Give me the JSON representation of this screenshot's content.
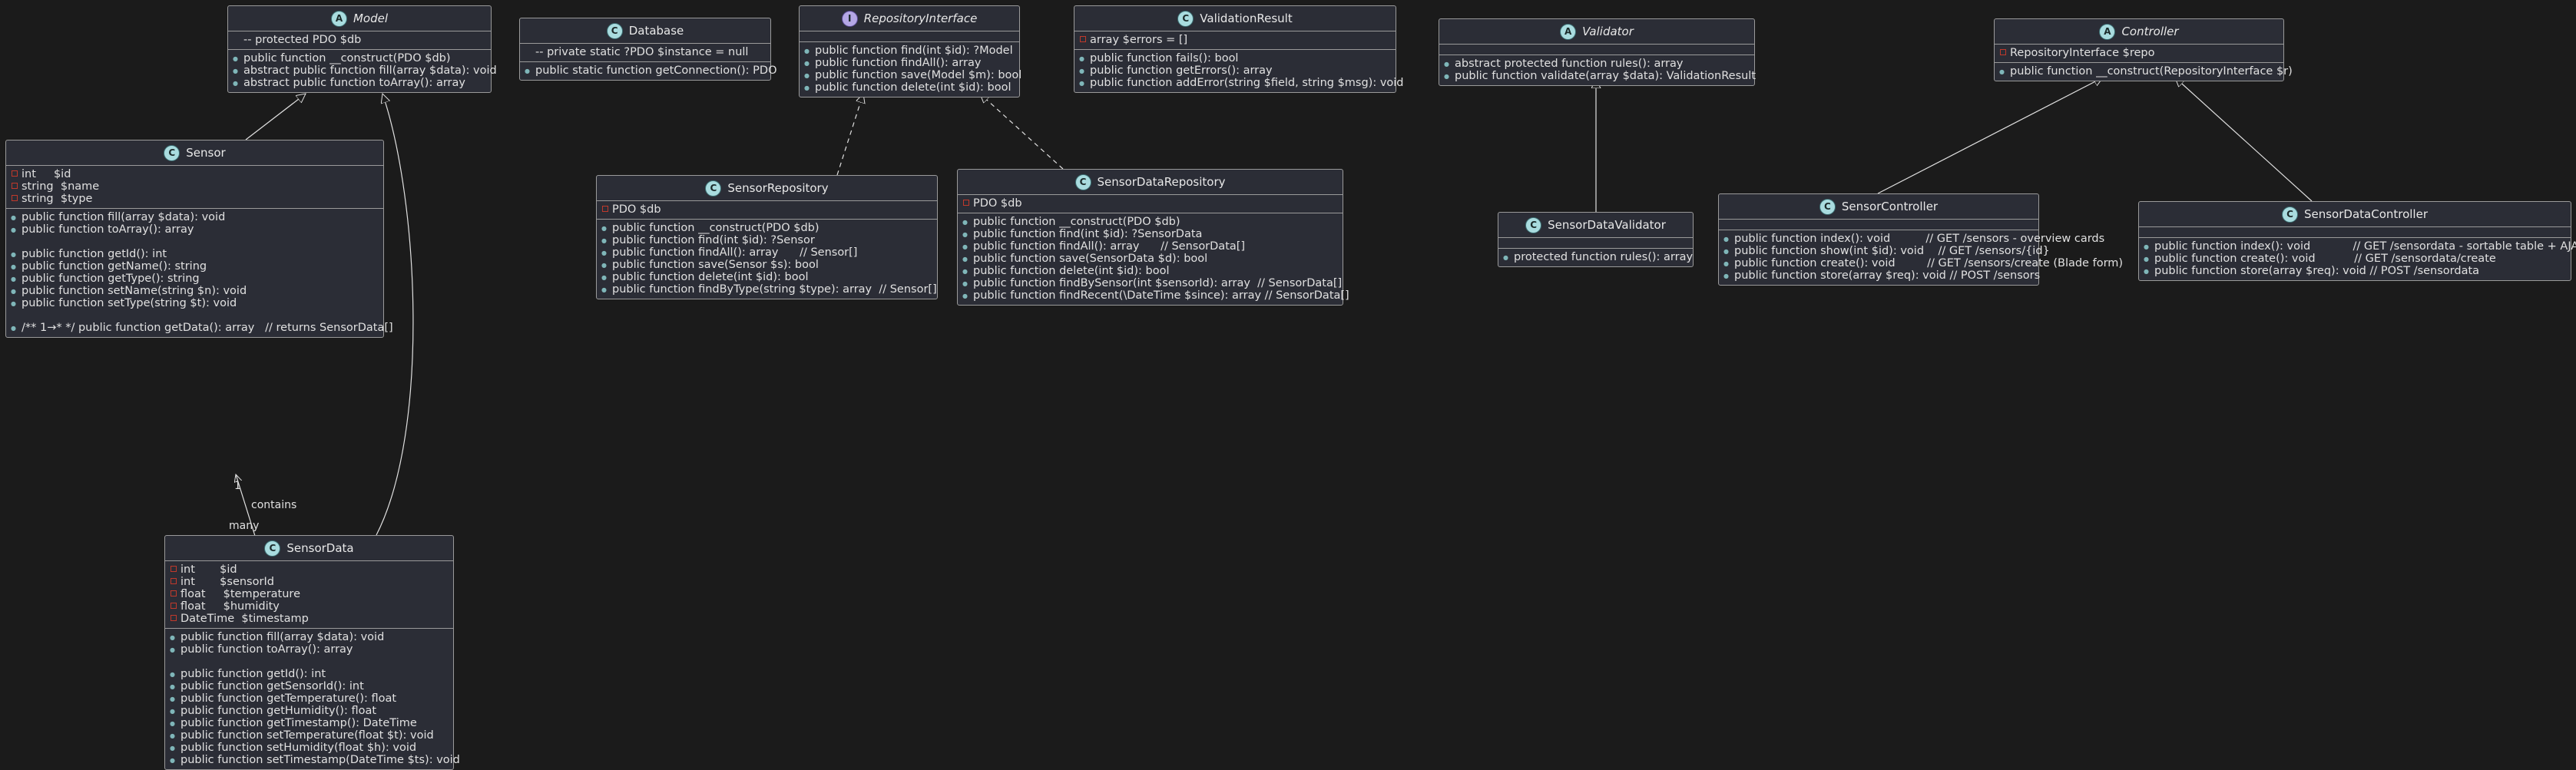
{
  "classes": [
    {
      "id": "model",
      "name": "Model",
      "kind": "A",
      "abstract": true,
      "fields": [
        {
          "v": "none",
          "t": "-- protected PDO $db"
        }
      ],
      "methods": [
        {
          "v": "pub",
          "t": "public function __construct(PDO $db)"
        },
        {
          "v": "pub",
          "t": "abstract public function fill(array $data): void"
        },
        {
          "v": "pub",
          "t": "abstract public function toArray(): array"
        }
      ]
    },
    {
      "id": "database",
      "name": "Database",
      "kind": "C",
      "abstract": false,
      "fields": [
        {
          "v": "none",
          "t": "-- private static ?PDO $instance = null"
        }
      ],
      "methods": [
        {
          "v": "pub",
          "t": "public static function getConnection(): PDO"
        }
      ]
    },
    {
      "id": "repoiface",
      "name": "RepositoryInterface",
      "kind": "I",
      "abstract": true,
      "fields": [],
      "methods": [
        {
          "v": "pub",
          "t": "public function find(int $id): ?Model"
        },
        {
          "v": "pub",
          "t": "public function findAll(): array"
        },
        {
          "v": "pub",
          "t": "public function save(Model $m): bool"
        },
        {
          "v": "pub",
          "t": "public function delete(int $id): bool"
        }
      ]
    },
    {
      "id": "validationresult",
      "name": "ValidationResult",
      "kind": "C",
      "abstract": false,
      "fields": [
        {
          "v": "pri",
          "t": "array $errors = []"
        }
      ],
      "methods": [
        {
          "v": "pub",
          "t": "public function fails(): bool"
        },
        {
          "v": "pub",
          "t": "public function getErrors(): array"
        },
        {
          "v": "pub",
          "t": "public function addError(string $field, string $msg): void"
        }
      ]
    },
    {
      "id": "validator",
      "name": "Validator",
      "kind": "A",
      "abstract": true,
      "fields": [],
      "methods": [
        {
          "v": "pub",
          "t": "abstract protected function rules(): array"
        },
        {
          "v": "pub",
          "t": "public function validate(array $data): ValidationResult"
        }
      ]
    },
    {
      "id": "controller",
      "name": "Controller",
      "kind": "A",
      "abstract": true,
      "fields": [
        {
          "v": "pri",
          "t": "RepositoryInterface $repo"
        }
      ],
      "methods": [
        {
          "v": "pub",
          "t": "public function __construct(RepositoryInterface $r)"
        }
      ]
    },
    {
      "id": "sensor",
      "name": "Sensor",
      "kind": "C",
      "abstract": false,
      "fields": [
        {
          "v": "pri",
          "t": "int     $id"
        },
        {
          "v": "pri",
          "t": "string  $name"
        },
        {
          "v": "pri",
          "t": "string  $type"
        }
      ],
      "methods": [
        {
          "v": "pub",
          "t": "public function fill(array $data): void"
        },
        {
          "v": "pub",
          "t": "public function toArray(): array"
        },
        {
          "v": "blank",
          "t": ""
        },
        {
          "v": "pub",
          "t": "public function getId(): int"
        },
        {
          "v": "pub",
          "t": "public function getName(): string"
        },
        {
          "v": "pub",
          "t": "public function getType(): string"
        },
        {
          "v": "pub",
          "t": "public function setName(string $n): void"
        },
        {
          "v": "pub",
          "t": "public function setType(string $t): void"
        },
        {
          "v": "blank",
          "t": ""
        },
        {
          "v": "pub",
          "t": "/** 1→* */ public function getData(): array   // returns SensorData[]"
        }
      ]
    },
    {
      "id": "sensorrepo",
      "name": "SensorRepository",
      "kind": "C",
      "abstract": false,
      "fields": [
        {
          "v": "pri",
          "t": "PDO $db"
        }
      ],
      "methods": [
        {
          "v": "pub",
          "t": "public function __construct(PDO $db)"
        },
        {
          "v": "pub",
          "t": "public function find(int $id): ?Sensor"
        },
        {
          "v": "pub",
          "t": "public function findAll(): array      // Sensor[]"
        },
        {
          "v": "pub",
          "t": "public function save(Sensor $s): bool"
        },
        {
          "v": "pub",
          "t": "public function delete(int $id): bool"
        },
        {
          "v": "pub",
          "t": "public function findByType(string $type): array  // Sensor[]"
        }
      ]
    },
    {
      "id": "sensordatarepo",
      "name": "SensorDataRepository",
      "kind": "C",
      "abstract": false,
      "fields": [
        {
          "v": "pri",
          "t": "PDO $db"
        }
      ],
      "methods": [
        {
          "v": "pub",
          "t": "public function __construct(PDO $db)"
        },
        {
          "v": "pub",
          "t": "public function find(int $id): ?SensorData"
        },
        {
          "v": "pub",
          "t": "public function findAll(): array      // SensorData[]"
        },
        {
          "v": "pub",
          "t": "public function save(SensorData $d): bool"
        },
        {
          "v": "pub",
          "t": "public function delete(int $id): bool"
        },
        {
          "v": "pub",
          "t": "public function findBySensor(int $sensorId): array  // SensorData[]"
        },
        {
          "v": "pub",
          "t": "public function findRecent(\\DateTime $since): array // SensorData[]"
        }
      ]
    },
    {
      "id": "sensordatavalidator",
      "name": "SensorDataValidator",
      "kind": "C",
      "abstract": false,
      "fields": [],
      "methods": [
        {
          "v": "pub",
          "t": "protected function rules(): array"
        }
      ]
    },
    {
      "id": "sensorcontroller",
      "name": "SensorController",
      "kind": "C",
      "abstract": false,
      "fields": [],
      "methods": [
        {
          "v": "pub",
          "t": "public function index(): void          // GET /sensors - overview cards"
        },
        {
          "v": "pub",
          "t": "public function show(int $id): void    // GET /sensors/{id}"
        },
        {
          "v": "pub",
          "t": "public function create(): void         // GET /sensors/create (Blade form)"
        },
        {
          "v": "pub",
          "t": "public function store(array $req): void // POST /sensors"
        }
      ]
    },
    {
      "id": "sensordatacontroller",
      "name": "SensorDataController",
      "kind": "C",
      "abstract": false,
      "fields": [],
      "methods": [
        {
          "v": "pub",
          "t": "public function index(): void            // GET /sensordata - sortable table + AJAX"
        },
        {
          "v": "pub",
          "t": "public function create(): void           // GET /sensordata/create"
        },
        {
          "v": "pub",
          "t": "public function store(array $req): void // POST /sensordata"
        }
      ]
    },
    {
      "id": "sensordata",
      "name": "SensorData",
      "kind": "C",
      "abstract": false,
      "fields": [
        {
          "v": "pri",
          "t": "int       $id"
        },
        {
          "v": "pri",
          "t": "int       $sensorId"
        },
        {
          "v": "pri",
          "t": "float     $temperature"
        },
        {
          "v": "pri",
          "t": "float     $humidity"
        },
        {
          "v": "pri",
          "t": "DateTime  $timestamp"
        }
      ],
      "methods": [
        {
          "v": "pub",
          "t": "public function fill(array $data): void"
        },
        {
          "v": "pub",
          "t": "public function toArray(): array"
        },
        {
          "v": "blank",
          "t": ""
        },
        {
          "v": "pub",
          "t": "public function getId(): int"
        },
        {
          "v": "pub",
          "t": "public function getSensorId(): int"
        },
        {
          "v": "pub",
          "t": "public function getTemperature(): float"
        },
        {
          "v": "pub",
          "t": "public function getHumidity(): float"
        },
        {
          "v": "pub",
          "t": "public function getTimestamp(): DateTime"
        },
        {
          "v": "pub",
          "t": "public function setTemperature(float $t): void"
        },
        {
          "v": "pub",
          "t": "public function setHumidity(float $h): void"
        },
        {
          "v": "pub",
          "t": "public function setTimestamp(DateTime $ts): void"
        }
      ]
    }
  ],
  "relations": {
    "contains_label": "contains",
    "many_label": "many",
    "one_label": "1"
  }
}
